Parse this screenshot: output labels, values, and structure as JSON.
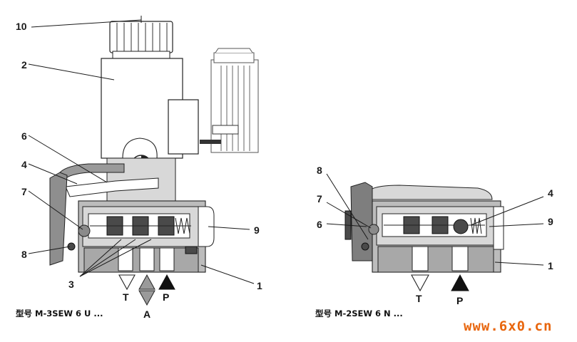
{
  "left_figure": {
    "caption": "型号 M-3SEW 6 U ...",
    "callouts": [
      "10",
      "2",
      "6",
      "4",
      "7",
      "8",
      "3",
      "9",
      "1"
    ],
    "ports": {
      "t": "T",
      "a": "A",
      "p": "P"
    }
  },
  "right_figure": {
    "caption": "型号 M-2SEW 6 N ...",
    "callouts": [
      "8",
      "7",
      "6",
      "4",
      "9",
      "1"
    ],
    "ports": {
      "t": "T",
      "p": "P"
    }
  },
  "watermark": "www.6x0.cn",
  "colors": {
    "watermark": "#e8650c",
    "body_fill": "#bcbcbc",
    "outline": "#222222"
  }
}
